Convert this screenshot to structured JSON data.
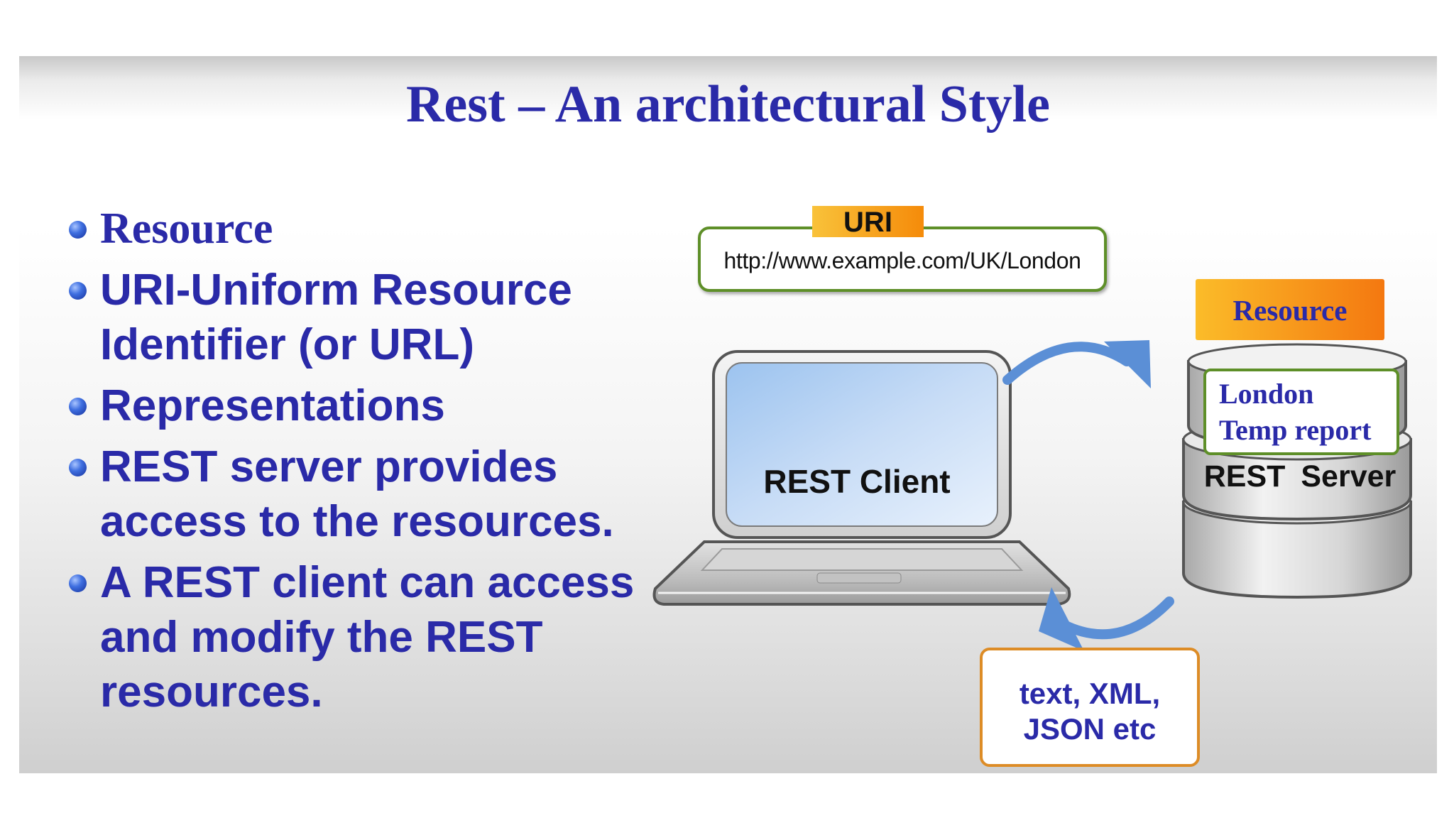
{
  "title": "Rest – An architectural Style",
  "bullets": [
    {
      "lines": [
        "Resource"
      ],
      "style": "serif"
    },
    {
      "lines": [
        "URI-Uniform Resource",
        "Identifier (or URL)"
      ],
      "style": "sans"
    },
    {
      "lines": [
        "Representations"
      ],
      "style": "sans"
    },
    {
      "lines": [
        "REST server provides",
        "access to the resources."
      ],
      "style": "sans"
    },
    {
      "lines": [
        "A REST client can access",
        "and modify the REST",
        "resources."
      ],
      "style": "sans"
    }
  ],
  "diagram": {
    "uri_tag": "URI",
    "uri_url": "http://www.example.com/UK/London",
    "resource_tag": "Resource",
    "resource_line1": "London",
    "resource_line2": "Temp report",
    "server_label": "REST Server",
    "client_label": "REST Client",
    "formats_line1": "text, XML,",
    "formats_line2": "JSON etc"
  },
  "colors": {
    "title_blue": "#2a2aa8",
    "tag_orange": "#f58b0a",
    "uri_border_green": "#5e8f28",
    "formats_border_orange": "#dd8c26",
    "arrow_blue": "#5b8fd6"
  },
  "icons": [
    "laptop-icon",
    "database-server-icon",
    "curved-arrow-icon"
  ]
}
